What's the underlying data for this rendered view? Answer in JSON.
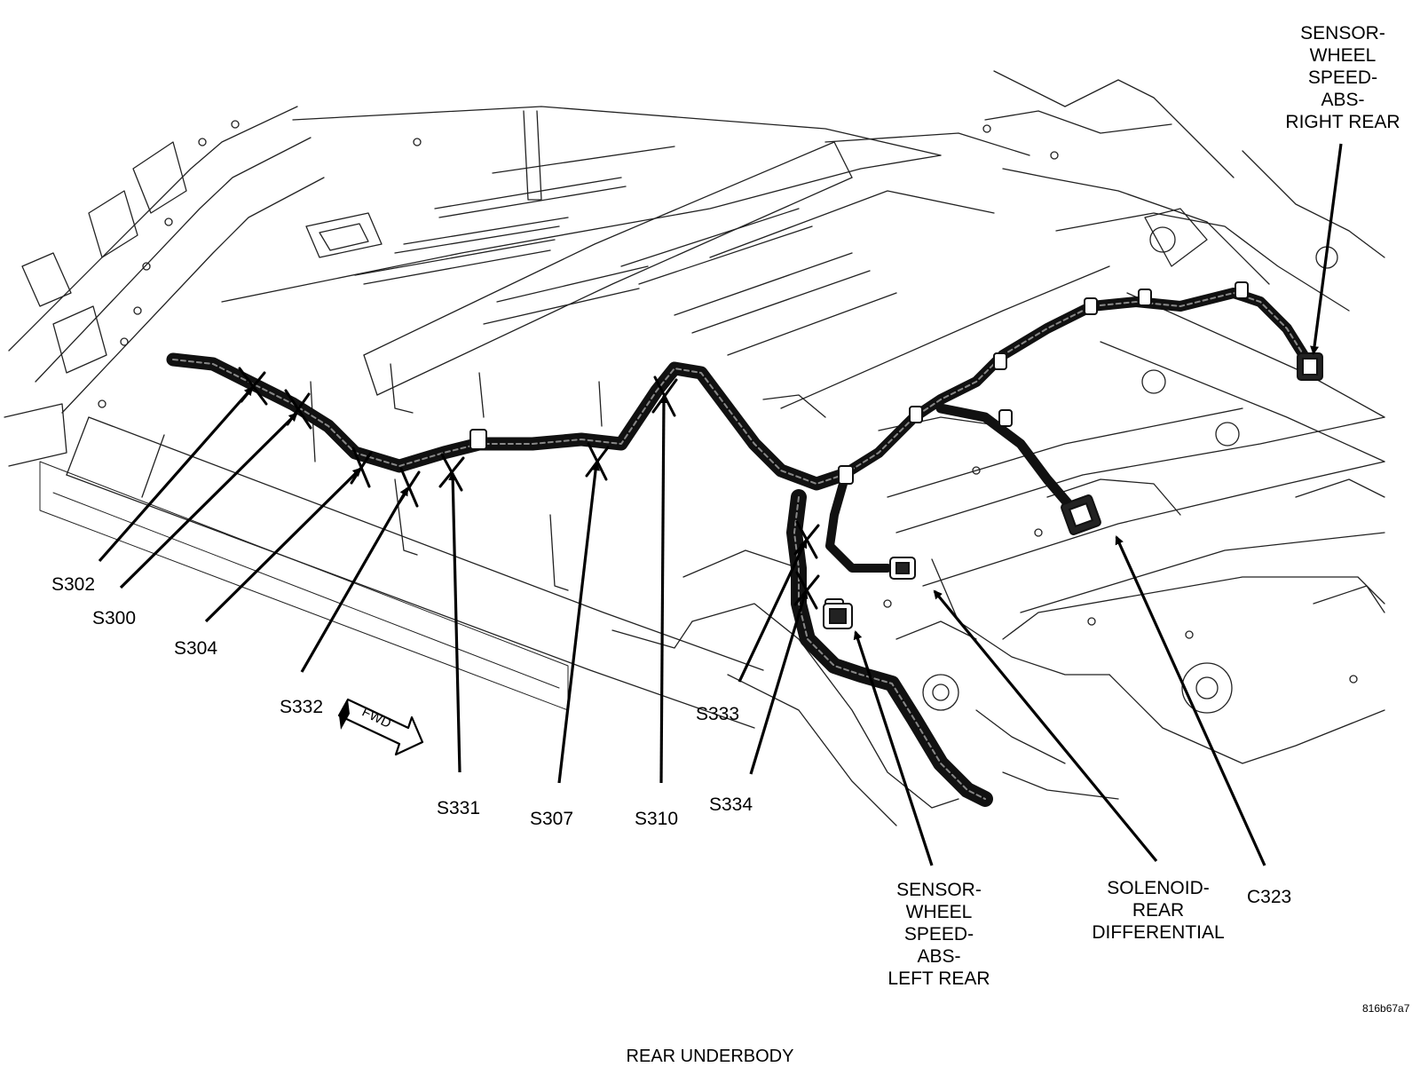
{
  "caption": "REAR UNDERBODY",
  "figure_id": "816b67a7",
  "fwd_indicator": "FWD",
  "splices": [
    {
      "id": "s302",
      "text": "S302"
    },
    {
      "id": "s300",
      "text": "S300"
    },
    {
      "id": "s304",
      "text": "S304"
    },
    {
      "id": "s332",
      "text": "S332"
    },
    {
      "id": "s331",
      "text": "S331"
    },
    {
      "id": "s307",
      "text": "S307"
    },
    {
      "id": "s310",
      "text": "S310"
    },
    {
      "id": "s333",
      "text": "S333"
    },
    {
      "id": "s334",
      "text": "S334"
    }
  ],
  "components": {
    "sensor_right": [
      "SENSOR-",
      "WHEEL",
      "SPEED-",
      "ABS-",
      "RIGHT REAR"
    ],
    "sensor_left": [
      "SENSOR-",
      "WHEEL",
      "SPEED-",
      "ABS-",
      "LEFT REAR"
    ],
    "solenoid": [
      "SOLENOID-",
      "REAR",
      "DIFFERENTIAL"
    ],
    "c323": "C323"
  }
}
